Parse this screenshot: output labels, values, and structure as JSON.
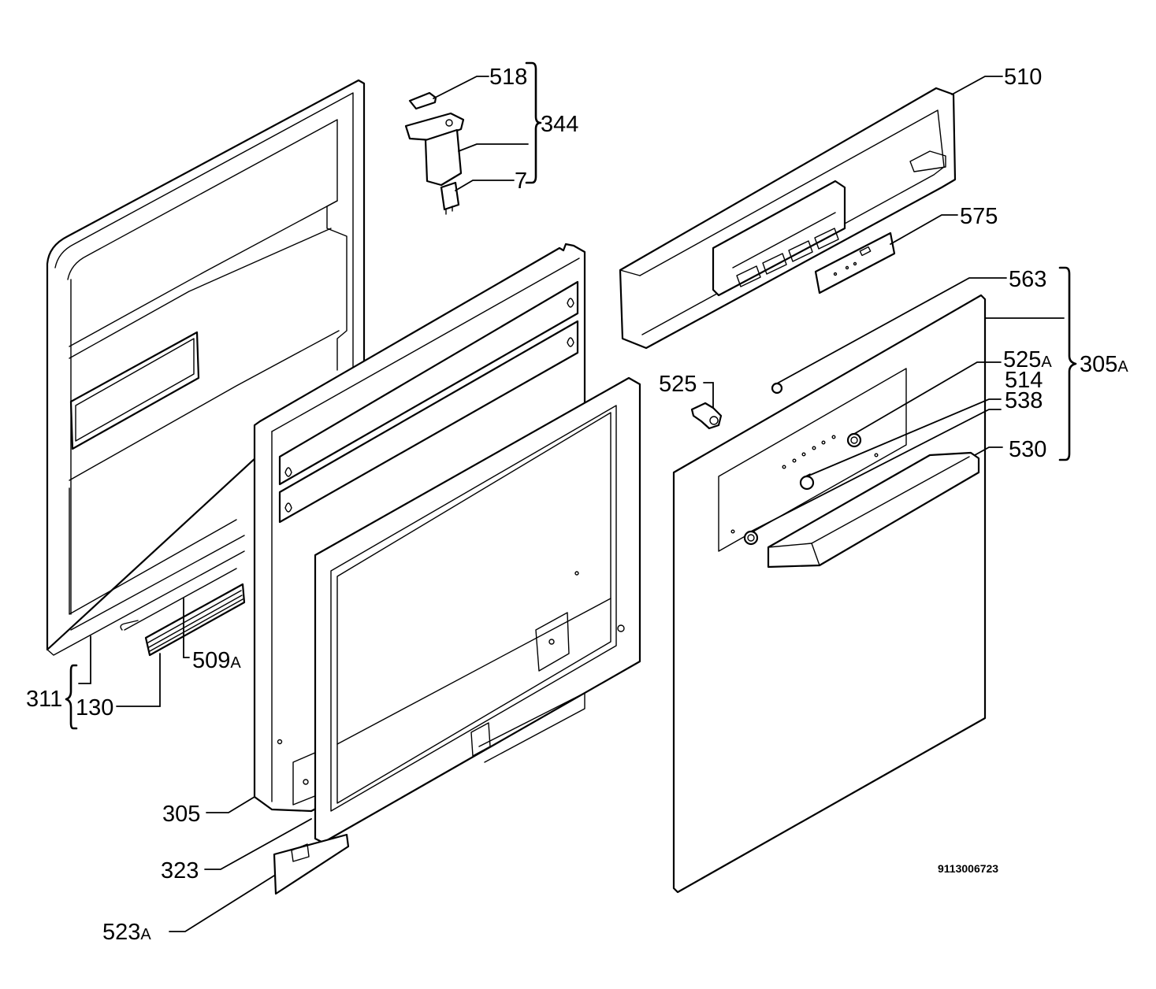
{
  "diagram_code": "9113006723",
  "labels": {
    "p518": "518",
    "p344": "344",
    "p7": "7",
    "p510": "510",
    "p575": "575",
    "p563": "563",
    "p305A_num": "305",
    "p305A_suf": "A",
    "p525A_num": "525",
    "p525A_suf": "A",
    "p525": "525",
    "p514": "514",
    "p538": "538",
    "p530": "530",
    "p509A_num": "509",
    "p509A_suf": "A",
    "p311": "311",
    "p130": "130",
    "p305": "305",
    "p323": "323",
    "p523A_num": "523",
    "p523A_suf": "A"
  }
}
